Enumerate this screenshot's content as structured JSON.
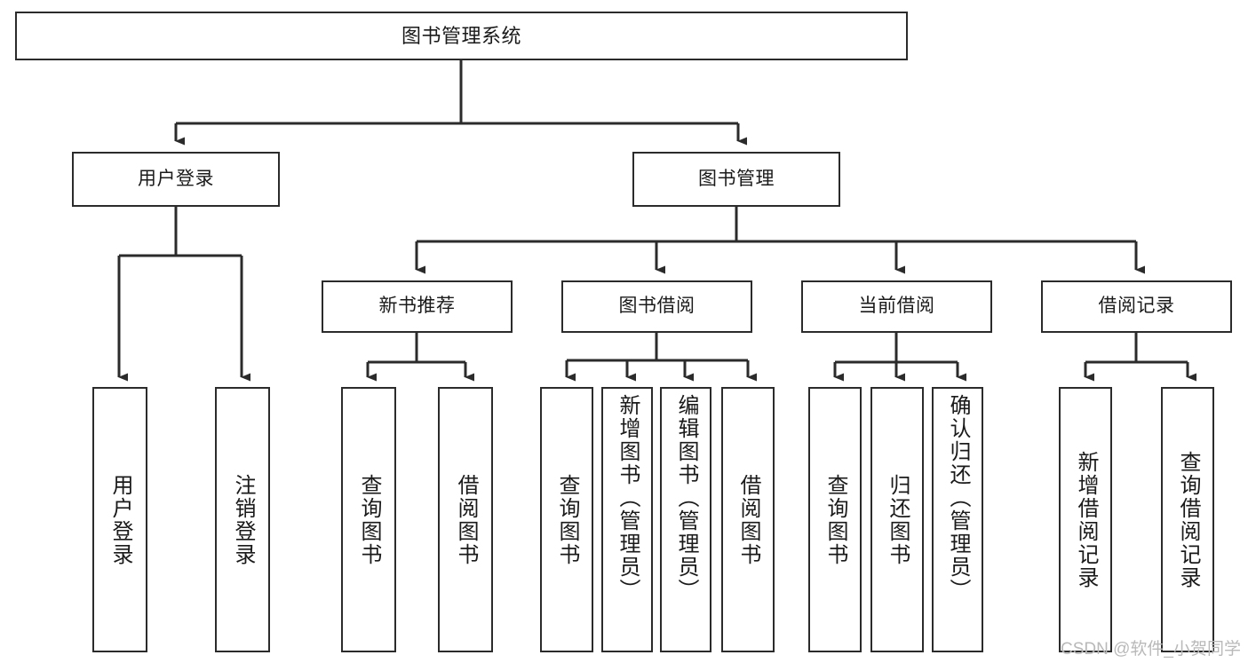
{
  "diagram": {
    "type": "tree-hierarchy-chart",
    "title": "图书管理系统",
    "watermark": "CSDN @软件_小贺同学",
    "colors": {
      "stroke": "#2b2b2b",
      "fill": "#ffffff",
      "text": "#1a1a1a",
      "watermark": "#b9b9b9"
    },
    "levels": [
      {
        "level": 1,
        "nodes": [
          {
            "id": "root",
            "label": "图书管理系统"
          }
        ]
      },
      {
        "level": 2,
        "nodes": [
          {
            "id": "user-login",
            "label": "用户登录",
            "parent": "root"
          },
          {
            "id": "book-manage",
            "label": "图书管理",
            "parent": "root"
          }
        ]
      },
      {
        "level": 3,
        "nodes": [
          {
            "id": "new-book-rec",
            "label": "新书推荐",
            "parent": "book-manage"
          },
          {
            "id": "book-borrow",
            "label": "图书借阅",
            "parent": "book-manage"
          },
          {
            "id": "current-borrow",
            "label": "当前借阅",
            "parent": "book-manage"
          },
          {
            "id": "borrow-record",
            "label": "借阅记录",
            "parent": "book-manage"
          }
        ]
      },
      {
        "level": 4,
        "nodes": [
          {
            "id": "leaf-1",
            "label": "用户登录",
            "parent": "user-login"
          },
          {
            "id": "leaf-2",
            "label": "注销登录",
            "parent": "user-login"
          },
          {
            "id": "leaf-3",
            "label": "查询图书",
            "parent": "new-book-rec"
          },
          {
            "id": "leaf-4",
            "label": "借阅图书",
            "parent": "new-book-rec"
          },
          {
            "id": "leaf-5",
            "label": "查询图书",
            "parent": "book-borrow"
          },
          {
            "id": "leaf-6",
            "label": "新增图书（管理员）",
            "parent": "book-borrow"
          },
          {
            "id": "leaf-7",
            "label": "编辑图书（管理员）",
            "parent": "book-borrow"
          },
          {
            "id": "leaf-8",
            "label": "借阅图书",
            "parent": "book-borrow"
          },
          {
            "id": "leaf-9",
            "label": "查询图书",
            "parent": "current-borrow"
          },
          {
            "id": "leaf-10",
            "label": "归还图书",
            "parent": "current-borrow"
          },
          {
            "id": "leaf-11",
            "label": "确认归还（管理员）",
            "parent": "current-borrow"
          },
          {
            "id": "leaf-12",
            "label": "新增借阅记录",
            "parent": "borrow-record"
          },
          {
            "id": "leaf-13",
            "label": "查询借阅记录",
            "parent": "borrow-record"
          }
        ]
      }
    ]
  }
}
